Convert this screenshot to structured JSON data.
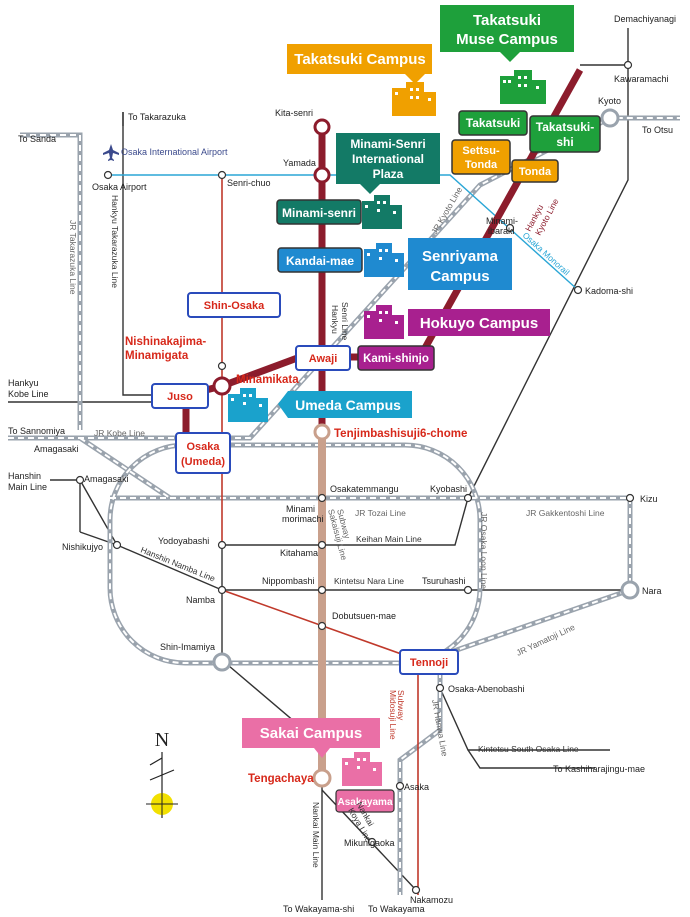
{
  "map": {
    "campuses": {
      "takatsuki_muse": [
        "Takatsuki",
        "Muse Campus"
      ],
      "takatsuki": "Takatsuki Campus",
      "minami_senri": [
        "Minami-Senri",
        "International",
        "Plaza"
      ],
      "senriyama": [
        "Senriyama",
        "Campus"
      ],
      "hokuyo": "Hokuyo Campus",
      "umeda": "Umeda Campus",
      "sakai": "Sakai Campus"
    },
    "key_stations": {
      "takatsuki": "Takatsuki",
      "takatsuki_shi": [
        "Takatsuki-",
        "shi"
      ],
      "settsu_tonda": [
        "Settsu-",
        "Tonda"
      ],
      "tonda": "Tonda",
      "minami_senri": "Minami-senri",
      "kandai_mae": "Kandai-mae",
      "shin_osaka": "Shin-Osaka",
      "awaji": "Awaji",
      "kami_shinjo": "Kami-shinjo",
      "juso": "Juso",
      "osaka": "Osaka",
      "umeda": "(Umeda)",
      "tennoji": "Tennoji",
      "asakayama": "Asakayama"
    },
    "red_labels": {
      "nishinakajima": [
        "Nishinakajima-",
        "Minamigata"
      ],
      "minamikata": "Minamikata",
      "tenjimbashisuji": "Tenjimbashisuji6-chome",
      "tengachaya": "Tengachaya"
    },
    "stations": {
      "demachiyanagi": "Demachiyanagi",
      "kawaramachi": "Kawaramachi",
      "kyoto": "Kyoto",
      "to_otsu": "To Otsu",
      "kita_senri": "Kita-senri",
      "yamada": "Yamada",
      "senri_chuo": "Senri-chuo",
      "minami_ibaraki": [
        "Minami-",
        "ibaraki"
      ],
      "kadoma_shi": "Kadoma-shi",
      "to_takarazuka": "To Takarazuka",
      "to_sanda": "To Sanda",
      "airport": "Osaka International Airport",
      "osaka_airport": "Osaka Airport",
      "hankyu_kobe": [
        "Hankyu",
        "Kobe Line"
      ],
      "to_sannomiya": "To Sannomiya",
      "amagasaki_jr": "Amagasaki",
      "hanshin_main": [
        "Hanshin",
        "Main Line"
      ],
      "amagasaki_h": "Amagasaki",
      "osakatemmangu": "Osakatemmangu",
      "kyobashi": "Kyobashi",
      "kizu": "Kizu",
      "minami_morimachi": [
        "Minami",
        "morimachi"
      ],
      "nishikujyo": "Nishikujyo",
      "yodoyabashi": "Yodoyabashi",
      "kitahama": "Kitahama",
      "nippombashi": "Nippombashi",
      "tsuruhashi": "Tsuruhashi",
      "nara": "Nara",
      "namba": "Namba",
      "dobutsuen": "Dobutsuen-mae",
      "shin_imamiya": "Shin-Imamiya",
      "osaka_abenobashi": "Osaka-Abenobashi",
      "to_kashihara": "To Kashiharajingu-mae",
      "asaka": "Asaka",
      "mikunigaoka": "Mikunigaoka",
      "nakamozu": "Nakamozu",
      "to_wakayama_shi": "To Wakayama-shi",
      "to_wakayama": "To Wakayama"
    },
    "line_labels": {
      "jr_takarazuka": "JR Takarazuka Line",
      "hankyu_takarazuka": "Hankyu Takarazuka Line",
      "hankyu_senri": [
        "Hankyu",
        "Senri Line"
      ],
      "jr_kyoto": "JR Kyoto Line",
      "hankyu_kyoto": [
        "Hankyu",
        "Kyoto Line"
      ],
      "osaka_monorail": "Osaka Monorail",
      "jr_kobe": "JR Kobe Line",
      "jr_tozai": "JR Tozai Line",
      "jr_gakkentoshi": "JR Gakkentoshi Line",
      "keihan_main": "Keihan Main Line",
      "jr_osaka_loop": "JR Osaka Loop Line",
      "subway_sakaisuji": [
        "Subway",
        "Sakaisuji Line"
      ],
      "hanshin_namba": "Hanshin Namba Line",
      "kintetsu_nara": "Kintetsu Nara Line",
      "jr_yamatoji": "JR Yamatoji Line",
      "subway_midosuji": [
        "Subway",
        "Midosuji Line"
      ],
      "jr_hanwa": "JR Hanwa Line",
      "kintetsu_south_osaka": "Kintetsu South Osaka Line",
      "nankai_main": "Nankai Main Line",
      "nankai_koya": [
        "Nankai",
        "Koya Line"
      ]
    },
    "compass": "N",
    "colors": {
      "hankyu_maroon": "#8c1c2c",
      "subway_brown": "#c9a08c",
      "jr_gray": "#9aa3ad",
      "monorail_cyan": "#2aa6d6",
      "station_blue": "#2a4bbb",
      "label_red": "#d7281a",
      "muse_green": "#1ea03b",
      "takatsuki_orange": "#f0a000",
      "plaza_teal": "#137a66",
      "senriyama_blue": "#1f8ad0",
      "hokuyo_purple": "#a8208f",
      "umeda_cyan": "#1aa2cc",
      "sakai_pink": "#ea6fa6"
    }
  }
}
